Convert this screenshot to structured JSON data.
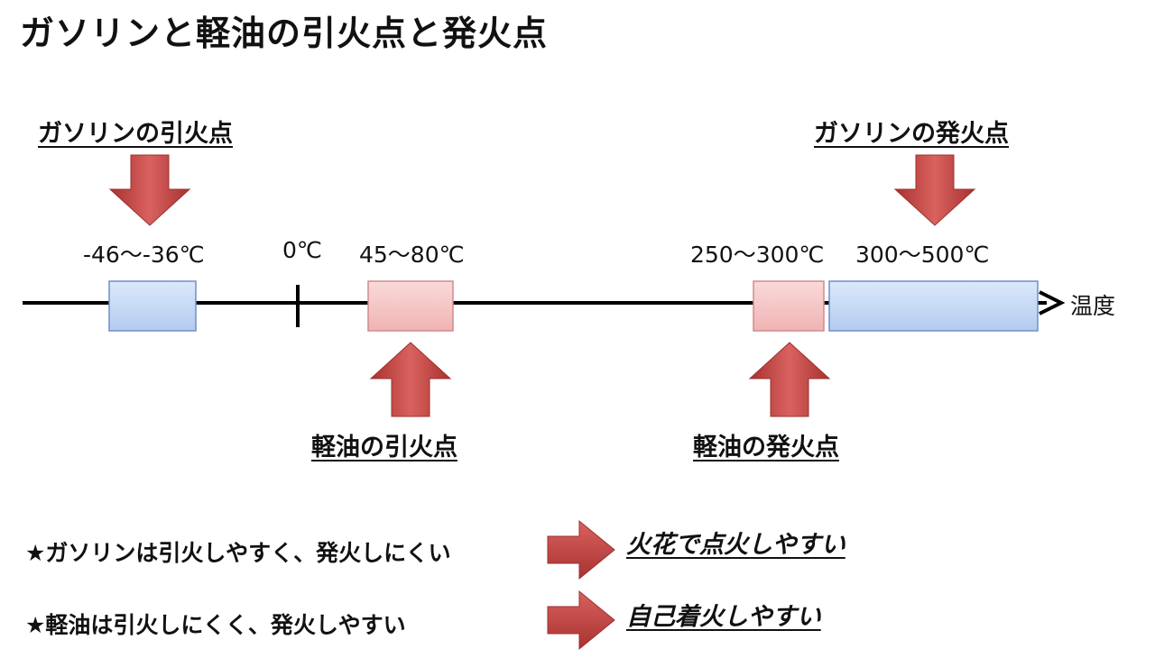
{
  "title": "ガソリンと軽油の引火点と発火点",
  "axis": {
    "label": "温度",
    "zero_label": "0℃"
  },
  "callouts": {
    "gasoline_flash": "ガソリンの引火点",
    "gasoline_ignition": "ガソリンの発火点",
    "diesel_flash": "軽油の引火点",
    "diesel_ignition": "軽油の発火点"
  },
  "ranges": {
    "gasoline_flash": {
      "label": "-46〜-36℃",
      "min": -46,
      "max": -36,
      "color": "#c6d9f5"
    },
    "diesel_flash": {
      "label": "45〜80℃",
      "min": 45,
      "max": 80,
      "color": "#f6c9c9"
    },
    "diesel_ignition": {
      "label": "250〜300℃",
      "min": 250,
      "max": 300,
      "color": "#f6c9c9"
    },
    "gasoline_ignition": {
      "label": "300〜500℃",
      "min": 300,
      "max": 500,
      "color": "#c6d9f5"
    }
  },
  "notes": [
    {
      "statement": "★ガソリンは引火しやすく、発火しにくい",
      "result": "火花で点火しやすい"
    },
    {
      "statement": "★軽油は引火しにくく、発火しやすい",
      "result": "自己着火しやすい"
    }
  ],
  "colors": {
    "arrow": "#c0504d",
    "arrow_light": "#e46c6a",
    "line": "#000000"
  }
}
